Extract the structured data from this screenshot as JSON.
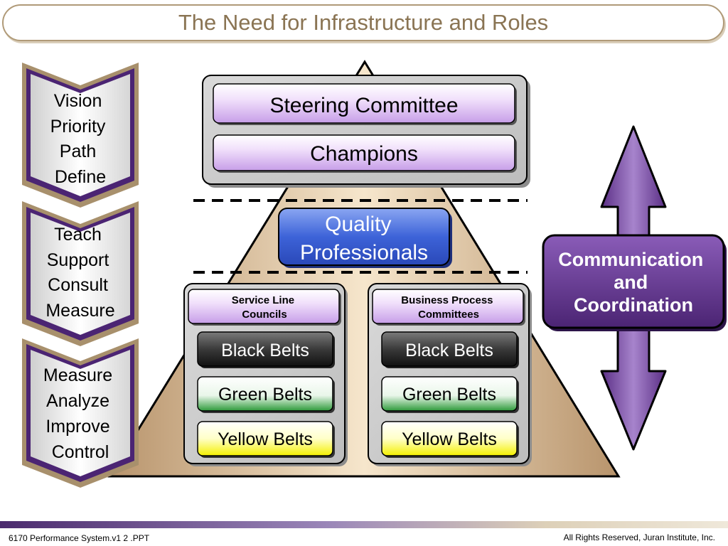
{
  "title": "The Need for Infrastructure and Roles",
  "left_column": [
    {
      "lines": [
        "Vision",
        "Priority",
        "Path",
        "Define"
      ]
    },
    {
      "lines": [
        "Teach",
        "Support",
        "Consult",
        "Measure"
      ]
    },
    {
      "lines": [
        "Measure",
        "Analyze",
        "Improve",
        "Control"
      ]
    }
  ],
  "top_group": {
    "steering": "Steering Committee",
    "champions": "Champions"
  },
  "quality": {
    "line1": "Quality",
    "line2": "Professionals"
  },
  "left_group": {
    "header_line1": "Service Line",
    "header_line2": "Councils",
    "black": "Black Belts",
    "green": "Green Belts",
    "yellow": "Yellow Belts"
  },
  "right_group": {
    "header_line1": "Business Process",
    "header_line2": "Committees",
    "black": "Black Belts",
    "green": "Green Belts",
    "yellow": "Yellow Belts"
  },
  "communication": {
    "line1": "Communication",
    "line2": "and",
    "line3": "Coordination"
  },
  "footer": {
    "left": "6170 Performance System.v1 2 .PPT",
    "right": "All Rights Reserved, Juran Institute, Inc."
  },
  "colors": {
    "purple_dark": "#4b2473",
    "purple_light": "#e8d2f7",
    "quality_blue": "#3d63d8",
    "pyramid_tan": "#f0dcbc",
    "title_text": "#8a7453"
  }
}
